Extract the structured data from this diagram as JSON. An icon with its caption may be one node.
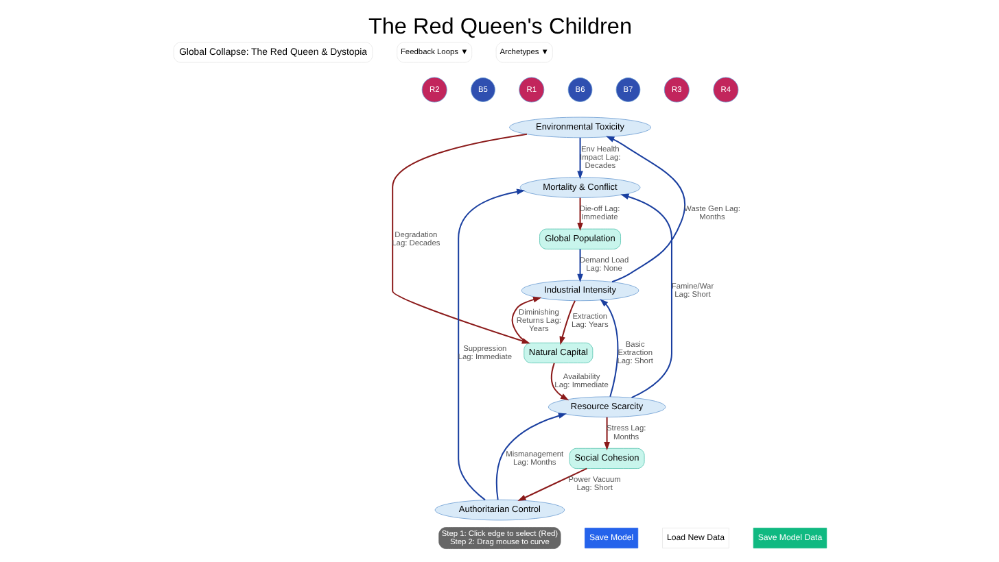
{
  "diagram": {
    "title": "The Red Queen's Children",
    "nodes": [
      {
        "text": [
          "Environmental Toxicity"
        ]
      },
      {
        "text": [
          "Mortality & Conflict"
        ]
      },
      {
        "text": [
          "Natural Capital"
        ]
      },
      {
        "text": [
          "Global Population"
        ]
      },
      {
        "text": [
          "Industrial Intensity"
        ]
      },
      {
        "text": [
          "Social Cohesion"
        ]
      },
      {
        "text": [
          "Authoritarian Control"
        ]
      },
      {
        "text": [
          "Resource Scarcity"
        ]
      }
    ],
    "edges": [
      {
        "from": 0,
        "to": 2,
        "arrow": "to",
        "label": "Degradation Lag: Decades",
        "color": "#8b1a1a"
      },
      {
        "from": 4,
        "to": 2,
        "arrow": "to",
        "label": "Extraction Lag: Years",
        "color": "#8b1a1a"
      },
      {
        "from": 2,
        "to": 4,
        "arrow": "to",
        "label": "Diminishing Returns Lag: Years",
        "color": "#8b1a1a"
      },
      {
        "from": 2,
        "to": 7,
        "arrow": "to",
        "label": "Availability Lag: Immediate",
        "color": "#8b1a1a"
      },
      {
        "from": 4,
        "to": 0,
        "arrow": "to",
        "label": "Waste Gen Lag: Months",
        "color": "#1a3fa0"
      },
      {
        "from": 0,
        "to": 1,
        "arrow": "to",
        "label": "Env Health Impact Lag: Decades",
        "color": "#1a3fa0"
      },
      {
        "from": 1,
        "to": 3,
        "arrow": "to",
        "label": "Die-off Lag: Immediate",
        "color": "#8b1a1a"
      },
      {
        "from": 3,
        "to": 4,
        "arrow": "to",
        "label": "Demand Load Lag: None",
        "color": "#1a3fa0"
      },
      {
        "from": 7,
        "to": 4,
        "arrow": "to",
        "label": "Basic Extraction Lag: Short",
        "color": "#1a3fa0"
      },
      {
        "from": 7,
        "to": 1,
        "arrow": "to",
        "label": "Famine/War Lag: Short",
        "color": "#1a3fa0"
      },
      {
        "from": 6,
        "to": 1,
        "arrow": "to",
        "label": "Suppression Lag: Immediate",
        "color": "#1a3fa0"
      },
      {
        "from": 7,
        "to": 5,
        "arrow": "to",
        "label": "Stress Lag: Months",
        "color": "#8b1a1a"
      },
      {
        "from": 5,
        "to": 6,
        "arrow": "to",
        "label": "Power Vacuum Lag: Short",
        "color": "#8b1a1a"
      },
      {
        "from": 6,
        "to": 7,
        "arrow": "to",
        "label": "Mismanagement Lag: Months",
        "color": "#1a3fa0"
      }
    ],
    "labels": [
      "Global Collapse: The Red Queen & Dystopia",
      "Feedback Loops ▼",
      "Archetypes ▼",
      "R2",
      "B5",
      "R1",
      "B6",
      "B7",
      "R3",
      "R4",
      "Step 1: Click edge to select (Red) Step 2: Drag mouse to curve",
      "Save Model",
      "Load New Data",
      "Save Model Data"
    ]
  }
}
